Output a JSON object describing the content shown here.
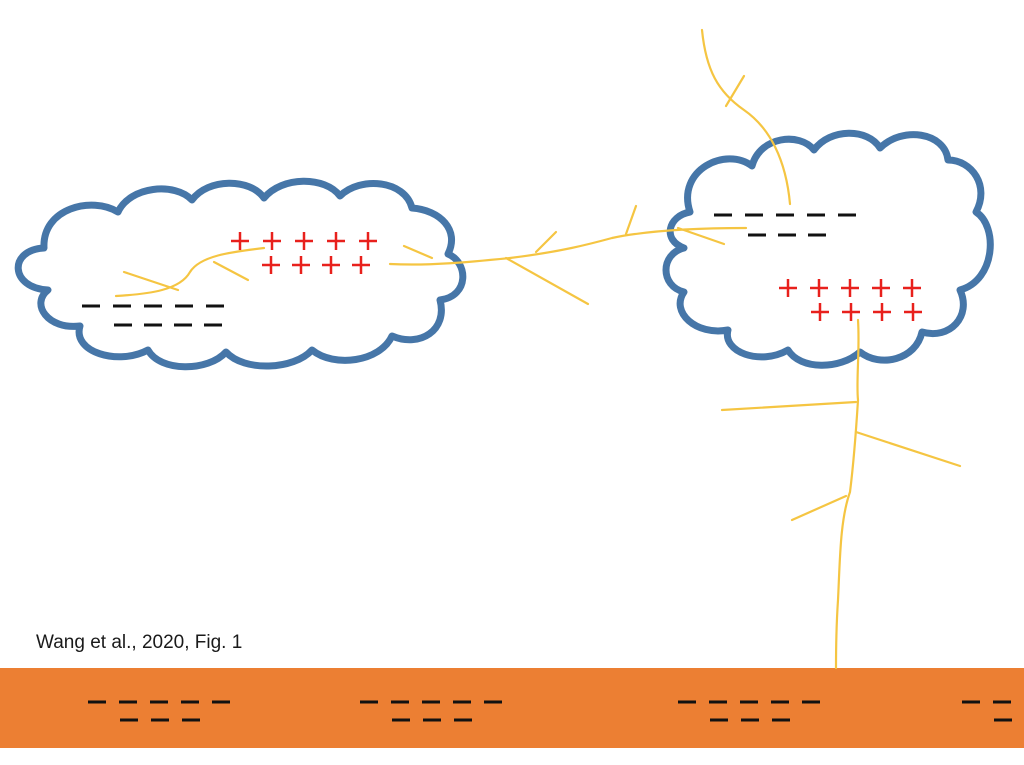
{
  "caption": "Wang et al., 2020, Fig. 1",
  "colors": {
    "background": "#ffffff",
    "cloud_outline": "#4676a8",
    "lightning": "#f5c542",
    "positive_charge": "#e8201c",
    "negative_charge": "#111111",
    "ground": "#ec7f33"
  },
  "elements": {
    "left_cloud": {
      "positive_charges": 9,
      "negative_charges": 9
    },
    "right_cloud": {
      "positive_charges": 9,
      "negative_charges": 8
    },
    "ground_negative_groups": 4
  }
}
